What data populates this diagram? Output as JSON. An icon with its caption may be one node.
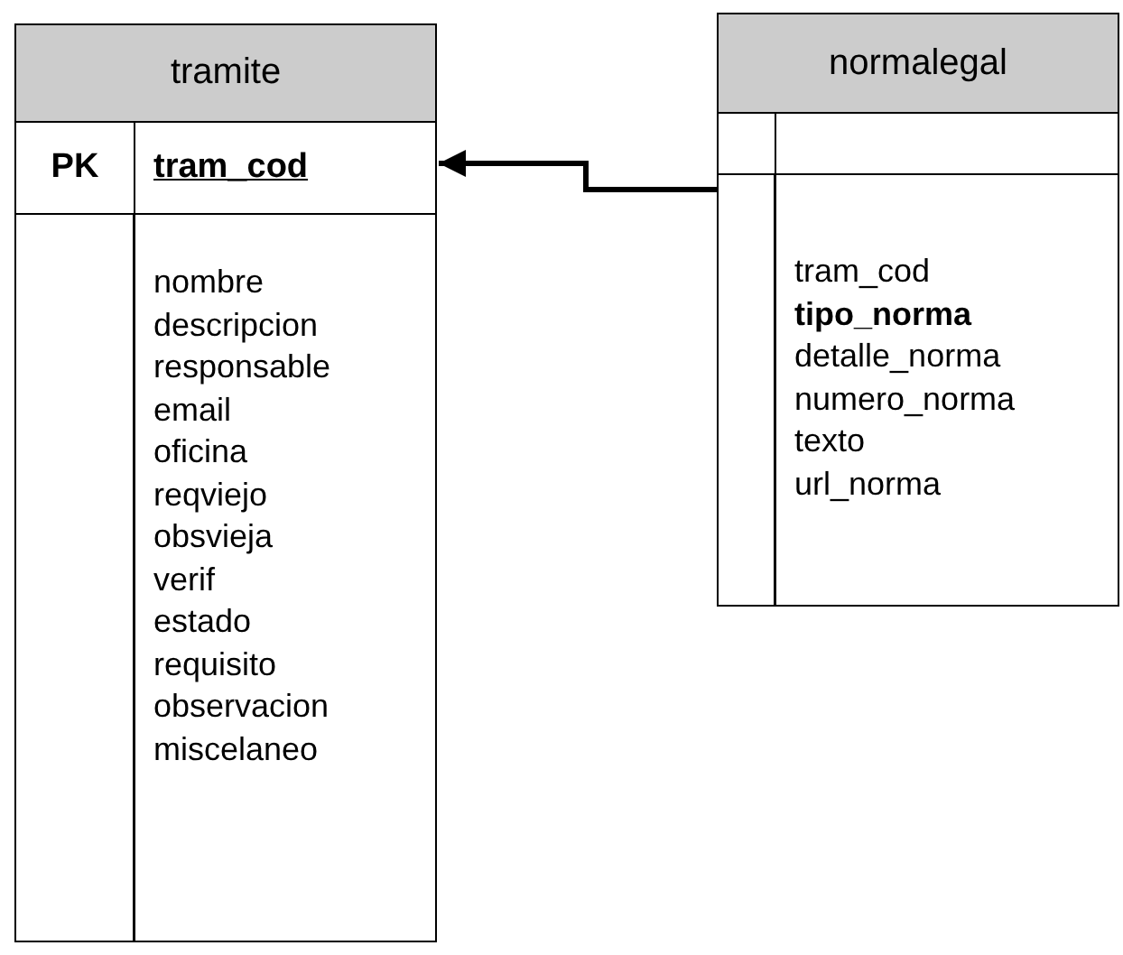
{
  "diagram": {
    "nodes": [
      {
        "text": [
          "tramite"
        ]
      },
      {
        "text": [
          "PK",
          "tram_cod"
        ],
        "in": 0
      },
      {
        "text": [
          "nombre",
          "descripcion",
          "responsable",
          "email",
          "oficina",
          "reqviejo",
          "obsvieja",
          "verif",
          "estado",
          "requisito",
          "observacion",
          "miscelaneo"
        ],
        "in": 0
      },
      {
        "text": [
          "normalegal"
        ]
      },
      {
        "text": [],
        "shape": "box",
        "in": 3
      },
      {
        "text": [
          "tram_cod",
          "tipo_norma",
          "detalle_norma",
          "numero_norma",
          "texto",
          "url_norma"
        ],
        "in": 3
      }
    ],
    "edges": [
      {
        "from": 5,
        "to": 1,
        "arrow": "to"
      }
    ]
  }
}
